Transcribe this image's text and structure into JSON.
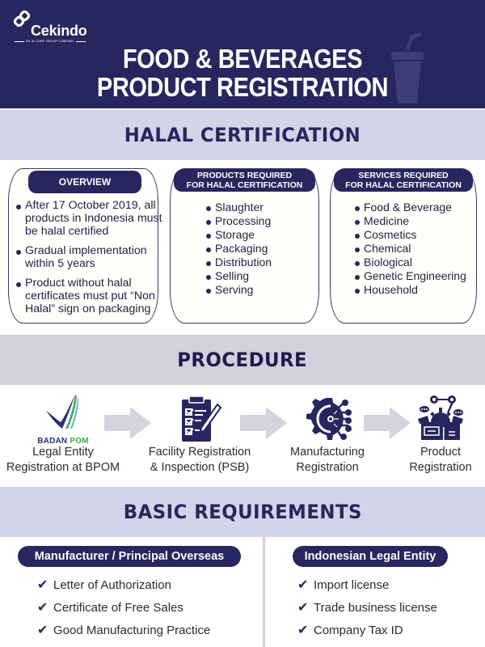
{
  "header": {
    "logo": {
      "name": "Cekindo",
      "tagline": "AN IN-CORP GROUP COMPANY"
    },
    "title_line1": "FOOD & BEVERAGES",
    "title_line2": "PRODUCT REGISTRATION",
    "background_icon": "drink-cup-icon"
  },
  "colors": {
    "primary_navy": "#28265f",
    "section_band": "#d3d4e7",
    "arrow_gray": "#d4d4df",
    "bpom_green": "#3fae55",
    "bpom_blue": "#28307a"
  },
  "halal": {
    "section_title": "HALAL CERTIFICATION",
    "overview": {
      "title": "OVERVIEW",
      "items": [
        "After 17 October 2019, all products in Indonesia must be halal certified",
        "Gradual implementation within 5 years",
        "Product without halal certificates must put “Non Halal” sign on packaging"
      ]
    },
    "products": {
      "title_line1": "PRODUCTS REQUIRED",
      "title_line2": "FOR HALAL CERTIFICATION",
      "items": [
        "Slaughter",
        "Processing",
        "Storage",
        "Packaging",
        "Distribution",
        "Selling",
        "Serving"
      ]
    },
    "services": {
      "title_line1": "SERVICES REQUIRED",
      "title_line2": "FOR HALAL CERTIFICATION",
      "items": [
        "Food & Beverage",
        "Medicine",
        "Cosmetics",
        "Chemical",
        "Biological",
        "Genetic Engineering",
        "Household"
      ]
    }
  },
  "procedure": {
    "section_title": "PROCEDURE",
    "steps": [
      {
        "icon": "badan-pom-logo-icon",
        "logo_text_a": "BADAN",
        "logo_text_b": "POM",
        "line1": "Legal Entity",
        "line2": "Registration at BPOM"
      },
      {
        "icon": "clipboard-checklist-icon",
        "line1": "Facility Registration",
        "line2": "& Inspection (PSB)"
      },
      {
        "icon": "gear-circuit-icon",
        "line1": "Manufacturing",
        "line2": "Registration"
      },
      {
        "icon": "product-box-gear-icon",
        "line1": "Product",
        "line2": "Registration"
      }
    ]
  },
  "requirements": {
    "section_title": "BASIC REQUIREMENTS",
    "columns": [
      {
        "title": "Manufacturer / Principal Overseas",
        "items": [
          "Letter of Authorization",
          "Certificate of Free Sales",
          "Good Manufacturing Practice"
        ]
      },
      {
        "title": "Indonesian Legal Entity",
        "items": [
          "Import license",
          "Trade business license",
          "Company Tax ID"
        ]
      }
    ],
    "check_glyph": "✔"
  }
}
